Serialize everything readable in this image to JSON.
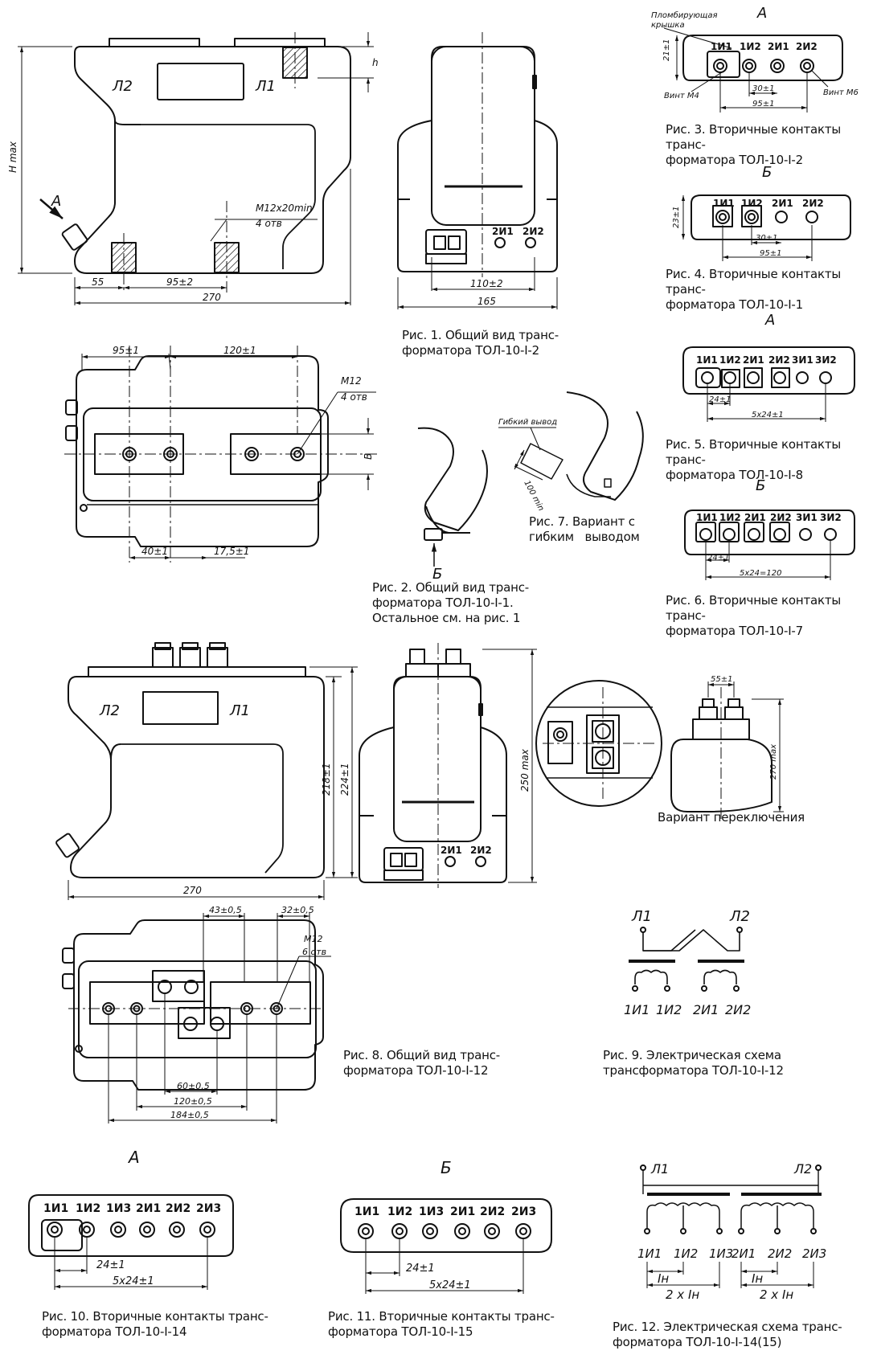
{
  "captions": {
    "fig1": [
      "Рис. 1. Общий вид транс-",
      "форматора ТОЛ-10-I-2"
    ],
    "fig2": [
      "Рис. 2. Общий вид транс-",
      "форматора ТОЛ-10-I-1.",
      "Остальное см. на рис. 1"
    ],
    "fig3": [
      "Рис. 3. Вторичные контакты транс-",
      "форматора ТОЛ-10-I-2"
    ],
    "fig4": [
      "Рис. 4. Вторичные контакты транс-",
      "форматора ТОЛ-10-I-1"
    ],
    "fig5": [
      "Рис. 5. Вторичные контакты транс-",
      "форматора ТОЛ-10-I-8"
    ],
    "fig6": [
      "Рис. 6. Вторичные контакты транс-",
      "форматора ТОЛ-10-I-7"
    ],
    "fig7": [
      "Рис. 7. Вариант с",
      "гибким   выводом"
    ],
    "fig8": [
      "Рис. 8. Общий вид транс-",
      "форматора ТОЛ-10-I-12"
    ],
    "fig9": [
      "Рис. 9. Электрическая схема",
      "трансформатора ТОЛ-10-I-12"
    ],
    "fig10": [
      "Рис. 10. Вторичные контакты транс-",
      "форматора ТОЛ-10-I-14"
    ],
    "fig11": [
      "Рис. 11. Вторичные контакты транс-",
      "форматора ТОЛ-10-I-15"
    ],
    "fig12": [
      "Рис. 12. Электрическая схема транс-",
      "форматора ТОЛ-10-I-14(15)"
    ],
    "switch_variant": "Вариант переключения"
  },
  "labels": {
    "L1": "Л1",
    "L2": "Л2",
    "A": "А",
    "B": "Б",
    "Bdim": "В",
    "h": "h",
    "Hmax": "H max",
    "m12x20": "M12x20min",
    "otv4": "4 отв",
    "m12": "M12",
    "otv6": "6 отв",
    "seal_cover_1": "Пломбирующая",
    "seal_cover_2": "крышка",
    "screw_m4": "Винт M4",
    "screw_m6": "Винт M6",
    "flex_out": "Гибкий вывод",
    "min100": "100 min",
    "In": "Iн",
    "twoIn": "2 x Iн"
  },
  "dims": {
    "d55": "55",
    "d95_2": "95±2",
    "d270": "270",
    "d110_2": "110±2",
    "d165": "165",
    "d95_1": "95±1",
    "d120_1": "120±1",
    "d40_1": "40±1",
    "d17_5": "17,5±1",
    "d21": "21±1",
    "d23": "23±1",
    "d30": "30±1",
    "d24": "24±1",
    "d5x24": "5x24±1",
    "d5x24_120": "5x24=120",
    "d218": "218±1",
    "d224": "224±1",
    "d250": "250 max",
    "d55_1": "55±1",
    "d270max": "270 max",
    "d43": "43±0,5",
    "d32": "32±0,5",
    "d60": "60±0,5",
    "d120_05": "120±0,5",
    "d184": "184±0,5"
  },
  "terminals": {
    "fig3": [
      "1И1",
      "1И2",
      "2И1",
      "2И2"
    ],
    "fig5": [
      "1И1",
      "1И2",
      "2И1",
      "2И2",
      "3И1",
      "3И2"
    ],
    "fig10": [
      "1И1",
      "1И2",
      "1И3",
      "2И1",
      "2И2",
      "2И3"
    ],
    "scheme9": [
      "1И1",
      "1И2",
      "2И1",
      "2И2"
    ],
    "scheme12": [
      "1И1",
      "1И2",
      "1И3",
      "2И1",
      "2И2",
      "2И3"
    ]
  }
}
